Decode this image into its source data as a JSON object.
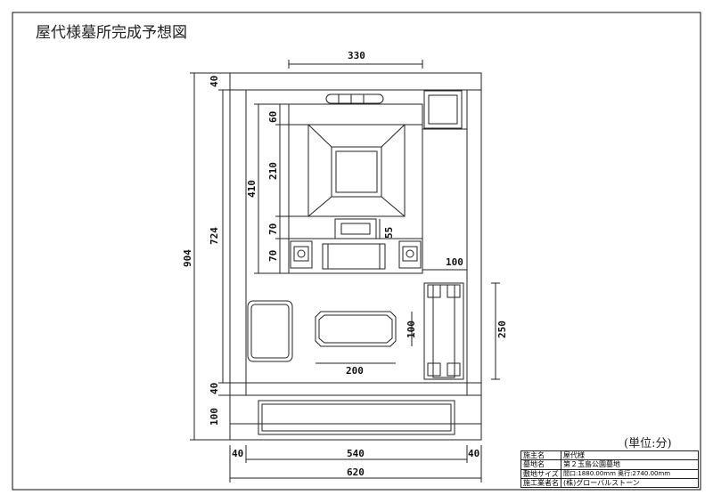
{
  "title": "屋代様墓所完成予想図",
  "unit_note": "(単位:分)",
  "dimensions": {
    "top_330": "330",
    "width_540": "540",
    "width_620": "620",
    "left_40": "40",
    "right_40": "40",
    "height_904": "904",
    "height_724": "724",
    "top_40": "40",
    "bottom_40": "40",
    "bottom_100": "100",
    "h_410": "410",
    "h_60": "60",
    "h_210": "210",
    "h_70a": "70",
    "h_70b": "70",
    "h_55": "55",
    "w_100": "100",
    "h_250": "250",
    "w_200": "200",
    "h_100": "100"
  },
  "title_block": {
    "rows": [
      {
        "label": "施主名",
        "value": "屋代様"
      },
      {
        "label": "墓地名",
        "value": "第２玉島公園墓地"
      },
      {
        "label": "敷地サイズ",
        "value": "間口:1880.00mm 奥行:2740.00mm"
      },
      {
        "label": "施工業者名",
        "value": "(株)グローバルストーン"
      }
    ]
  }
}
